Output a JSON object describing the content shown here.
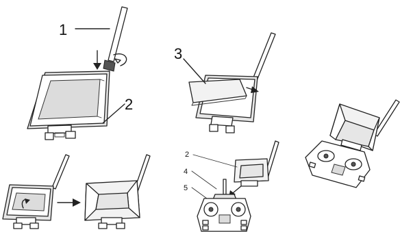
{
  "callouts": {
    "one": "1",
    "two_top": "2",
    "three": "3",
    "two_small": "2",
    "four": "4",
    "five": "5"
  },
  "icons": [
    "antenna",
    "monitor",
    "sunshade-hood",
    "bracket-mount",
    "transmitter",
    "arrow"
  ]
}
